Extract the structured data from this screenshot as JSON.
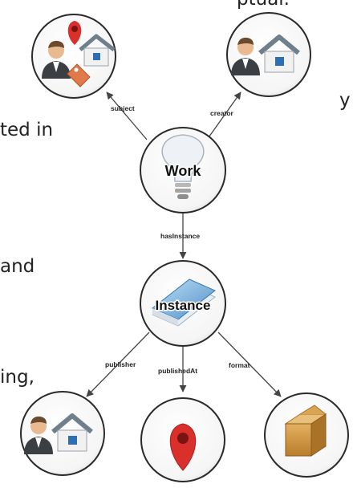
{
  "background_text": [
    "ptual.",
    "y",
    "ted in",
    "and",
    "ing,"
  ],
  "nodes": {
    "work": {
      "label": "Work"
    },
    "instance": {
      "label": "Instance"
    }
  },
  "edges": {
    "subject": "subject",
    "creator": "creator",
    "hasInstance": "hasInstance",
    "publisher": "publisher",
    "publishedAt": "publishedAt",
    "format": "format"
  },
  "colors": {
    "node_fill": "#ffffff",
    "node_stroke": "#2a2a2a",
    "edge": "#444444",
    "pin": "#d9302c",
    "house_roof": "#6f7f8c",
    "house_door": "#2e6fb3",
    "tag": "#e07a4a",
    "box": "#c8913f",
    "book": "#5b9bd5"
  },
  "icons": [
    "person-icon",
    "house-icon",
    "pin-icon",
    "tag-icon",
    "lightbulb-icon",
    "book-icon",
    "box-icon"
  ]
}
